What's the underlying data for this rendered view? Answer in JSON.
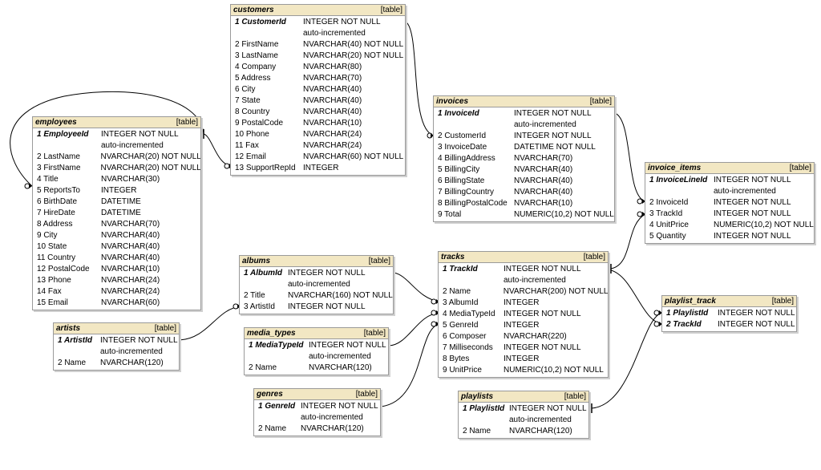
{
  "tables": {
    "customers": {
      "name": "customers",
      "tag": "[table]",
      "columns": [
        {
          "name": "1 CustomerId",
          "type": "INTEGER NOT NULL",
          "pk": true
        },
        {
          "name": "",
          "type": "auto-incremented"
        },
        {
          "name": "2 FirstName",
          "type": "NVARCHAR(40) NOT NULL"
        },
        {
          "name": "3 LastName",
          "type": "NVARCHAR(20) NOT NULL"
        },
        {
          "name": "4 Company",
          "type": "NVARCHAR(80)"
        },
        {
          "name": "5 Address",
          "type": "NVARCHAR(70)"
        },
        {
          "name": "6 City",
          "type": "NVARCHAR(40)"
        },
        {
          "name": "7 State",
          "type": "NVARCHAR(40)"
        },
        {
          "name": "8 Country",
          "type": "NVARCHAR(40)"
        },
        {
          "name": "9 PostalCode",
          "type": "NVARCHAR(10)"
        },
        {
          "name": "10 Phone",
          "type": "NVARCHAR(24)"
        },
        {
          "name": "11 Fax",
          "type": "NVARCHAR(24)"
        },
        {
          "name": "12 Email",
          "type": "NVARCHAR(60) NOT NULL"
        },
        {
          "name": "13 SupportRepId",
          "type": "INTEGER"
        }
      ]
    },
    "employees": {
      "name": "employees",
      "tag": "[table]",
      "columns": [
        {
          "name": "1 EmployeeId",
          "type": "INTEGER NOT NULL",
          "pk": true
        },
        {
          "name": "",
          "type": "auto-incremented"
        },
        {
          "name": "2 LastName",
          "type": "NVARCHAR(20) NOT NULL"
        },
        {
          "name": "3 FirstName",
          "type": "NVARCHAR(20) NOT NULL"
        },
        {
          "name": "4 Title",
          "type": "NVARCHAR(30)"
        },
        {
          "name": "5 ReportsTo",
          "type": "INTEGER"
        },
        {
          "name": "6 BirthDate",
          "type": "DATETIME"
        },
        {
          "name": "7 HireDate",
          "type": "DATETIME"
        },
        {
          "name": "8 Address",
          "type": "NVARCHAR(70)"
        },
        {
          "name": "9 City",
          "type": "NVARCHAR(40)"
        },
        {
          "name": "10 State",
          "type": "NVARCHAR(40)"
        },
        {
          "name": "11 Country",
          "type": "NVARCHAR(40)"
        },
        {
          "name": "12 PostalCode",
          "type": "NVARCHAR(10)"
        },
        {
          "name": "13 Phone",
          "type": "NVARCHAR(24)"
        },
        {
          "name": "14 Fax",
          "type": "NVARCHAR(24)"
        },
        {
          "name": "15 Email",
          "type": "NVARCHAR(60)"
        }
      ]
    },
    "invoices": {
      "name": "invoices",
      "tag": "[table]",
      "columns": [
        {
          "name": "1 InvoiceId",
          "type": "INTEGER NOT NULL",
          "pk": true
        },
        {
          "name": "",
          "type": "auto-incremented"
        },
        {
          "name": "2 CustomerId",
          "type": "INTEGER NOT NULL"
        },
        {
          "name": "3 InvoiceDate",
          "type": "DATETIME NOT NULL"
        },
        {
          "name": "4 BillingAddress",
          "type": "NVARCHAR(70)"
        },
        {
          "name": "5 BillingCity",
          "type": "NVARCHAR(40)"
        },
        {
          "name": "6 BillingState",
          "type": "NVARCHAR(40)"
        },
        {
          "name": "7 BillingCountry",
          "type": "NVARCHAR(40)"
        },
        {
          "name": "8 BillingPostalCode",
          "type": "NVARCHAR(10)"
        },
        {
          "name": "9 Total",
          "type": "NUMERIC(10,2) NOT NULL"
        }
      ]
    },
    "invoice_items": {
      "name": "invoice_items",
      "tag": "[table]",
      "columns": [
        {
          "name": "1 InvoiceLineId",
          "type": "INTEGER NOT NULL",
          "pk": true
        },
        {
          "name": "",
          "type": "auto-incremented"
        },
        {
          "name": "2 InvoiceId",
          "type": "INTEGER NOT NULL"
        },
        {
          "name": "3 TrackId",
          "type": "INTEGER NOT NULL"
        },
        {
          "name": "4 UnitPrice",
          "type": "NUMERIC(10,2) NOT NULL"
        },
        {
          "name": "5 Quantity",
          "type": "INTEGER NOT NULL"
        }
      ]
    },
    "albums": {
      "name": "albums",
      "tag": "[table]",
      "columns": [
        {
          "name": "1 AlbumId",
          "type": "INTEGER NOT NULL",
          "pk": true
        },
        {
          "name": "",
          "type": "auto-incremented"
        },
        {
          "name": "2 Title",
          "type": "NVARCHAR(160) NOT NULL"
        },
        {
          "name": "3 ArtistId",
          "type": "INTEGER NOT NULL"
        }
      ]
    },
    "tracks": {
      "name": "tracks",
      "tag": "[table]",
      "columns": [
        {
          "name": "1 TrackId",
          "type": "INTEGER NOT NULL",
          "pk": true
        },
        {
          "name": "",
          "type": "auto-incremented"
        },
        {
          "name": "2 Name",
          "type": "NVARCHAR(200) NOT NULL"
        },
        {
          "name": "3 AlbumId",
          "type": "INTEGER"
        },
        {
          "name": "4 MediaTypeId",
          "type": "INTEGER NOT NULL"
        },
        {
          "name": "5 GenreId",
          "type": "INTEGER"
        },
        {
          "name": "6 Composer",
          "type": "NVARCHAR(220)"
        },
        {
          "name": "7 Milliseconds",
          "type": "INTEGER NOT NULL"
        },
        {
          "name": "8 Bytes",
          "type": "INTEGER"
        },
        {
          "name": "9 UnitPrice",
          "type": "NUMERIC(10,2) NOT NULL"
        }
      ]
    },
    "artists": {
      "name": "artists",
      "tag": "[table]",
      "columns": [
        {
          "name": "1 ArtistId",
          "type": "INTEGER NOT NULL",
          "pk": true
        },
        {
          "name": "",
          "type": "auto-incremented"
        },
        {
          "name": "2 Name",
          "type": "NVARCHAR(120)"
        }
      ]
    },
    "media_types": {
      "name": "media_types",
      "tag": "[table]",
      "columns": [
        {
          "name": "1 MediaTypeId",
          "type": "INTEGER NOT NULL",
          "pk": true
        },
        {
          "name": "",
          "type": "auto-incremented"
        },
        {
          "name": "2 Name",
          "type": "NVARCHAR(120)"
        }
      ]
    },
    "playlist_track": {
      "name": "playlist_track",
      "tag": "[table]",
      "columns": [
        {
          "name": "1 PlaylistId",
          "type": "INTEGER NOT NULL",
          "pk": true
        },
        {
          "name": "2 TrackId",
          "type": "INTEGER NOT NULL",
          "pk": true
        }
      ]
    },
    "genres": {
      "name": "genres",
      "tag": "[table]",
      "columns": [
        {
          "name": "1 GenreId",
          "type": "INTEGER NOT NULL",
          "pk": true
        },
        {
          "name": "",
          "type": "auto-incremented"
        },
        {
          "name": "2 Name",
          "type": "NVARCHAR(120)"
        }
      ]
    },
    "playlists": {
      "name": "playlists",
      "tag": "[table]",
      "columns": [
        {
          "name": "1 PlaylistId",
          "type": "INTEGER NOT NULL",
          "pk": true
        },
        {
          "name": "",
          "type": "auto-incremented"
        },
        {
          "name": "2 Name",
          "type": "NVARCHAR(120)"
        }
      ]
    }
  },
  "colors": {
    "header_bg": "#f2e7c3",
    "border": "#9a9a9a",
    "line": "#000000"
  }
}
